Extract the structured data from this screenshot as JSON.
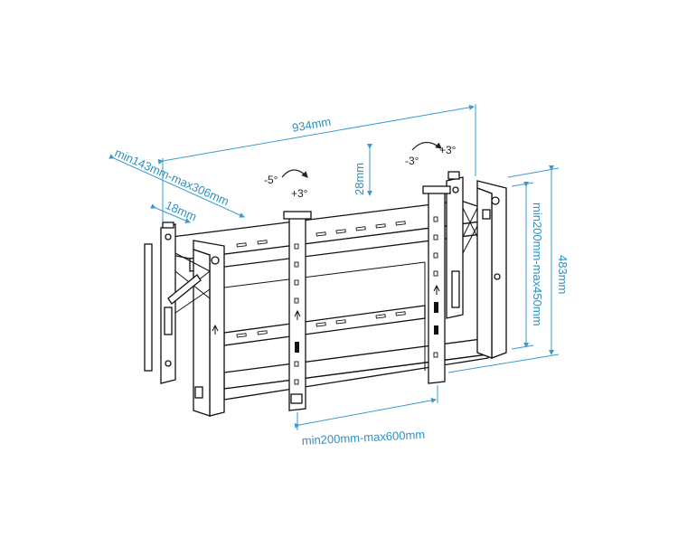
{
  "dimensions": {
    "width": "934mm",
    "depth_range": "min143mm-max306mm",
    "arm_offset": "18mm",
    "vertical_adjust": "28mm",
    "height": "483mm",
    "vertical_hole_spacing": "min200mm-max450mm",
    "horizontal_hole_spacing": "min200mm-max600mm"
  },
  "tilt": {
    "left_up": "-5°",
    "left_down": "+3°",
    "right_up": "-3°",
    "right_down": "+3°"
  },
  "colors": {
    "dimension": "#3a9bd0",
    "line_art": "#111111"
  }
}
